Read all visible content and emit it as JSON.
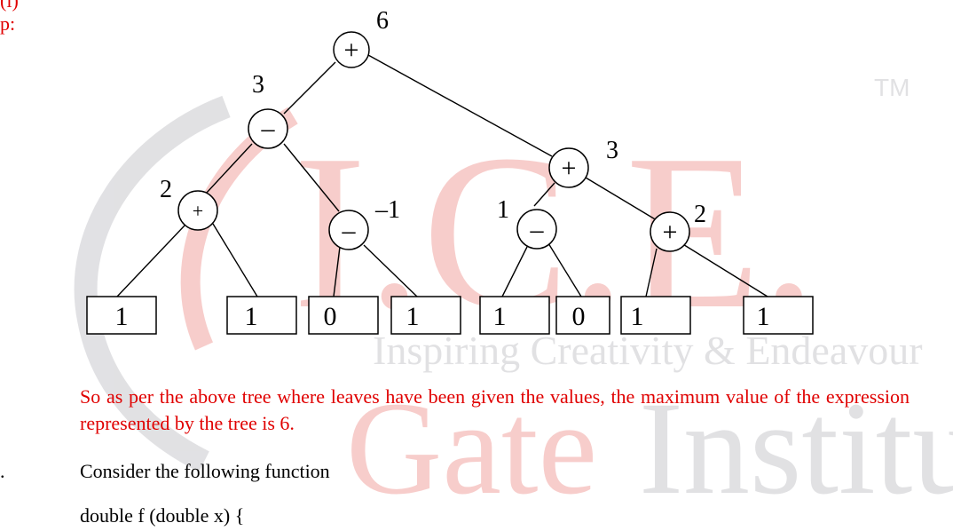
{
  "header_fragment": "p:",
  "top_fragment": "(i)",
  "watermark": {
    "logo": "I.C.E.",
    "trademark": "TM",
    "tagline": "Inspiring Creativity & Endeavour",
    "name": "Gate Institute",
    "colors": {
      "red": "#f2a6a2",
      "grey": "#c9c9cd"
    }
  },
  "tree": {
    "nodes": [
      {
        "id": "root",
        "op": "+",
        "value": "6"
      },
      {
        "id": "l",
        "op": "–",
        "value": "3"
      },
      {
        "id": "r",
        "op": "+",
        "value": "3"
      },
      {
        "id": "ll",
        "op": "+",
        "value": "2"
      },
      {
        "id": "lr",
        "op": "–",
        "value": "–1"
      },
      {
        "id": "rl",
        "op": "–",
        "value": "1"
      },
      {
        "id": "rr",
        "op": "+",
        "value": "2"
      }
    ],
    "leaves": [
      "1",
      "1",
      "0",
      "1",
      "1",
      "0",
      "1",
      "1"
    ]
  },
  "conclusion": "So as per the above tree where leaves have been given the values, the maximum value of the expression represented by the tree is 6.",
  "question": {
    "number": ".",
    "text": "Consider the following function",
    "code": "double f (double x) {"
  }
}
